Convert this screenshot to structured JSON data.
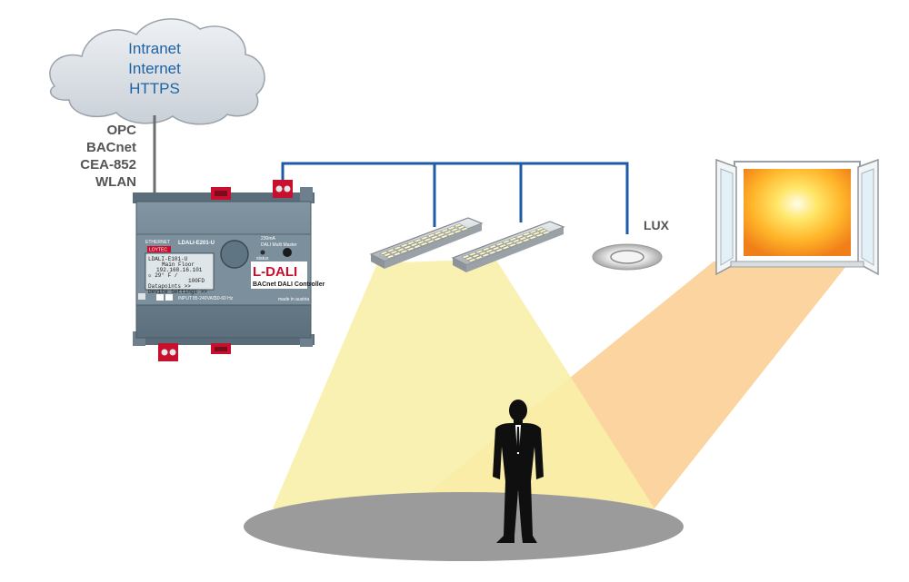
{
  "cloud": {
    "lines": [
      "Intranet",
      "Internet",
      "HTTPS"
    ]
  },
  "protocols": [
    "OPC",
    "BACnet",
    "CEA-852",
    "WLAN"
  ],
  "sensor": {
    "label": "LUX"
  },
  "controller": {
    "logo_text": "LOYTEC",
    "model": "LDALI-E201-U",
    "brand": "L-DALI",
    "brand_sub": "BACnet DALI Controller",
    "port_label": "ETHERNET",
    "status_label": "status",
    "bus_rating": "230mA",
    "bus_title": "DALI Multi Master",
    "input_label": "INPUT",
    "voltage": "85-240VAC",
    "frequency": "50-60 Hz",
    "made_in": "made in austria",
    "lcd_lines": [
      "LDALI-E101-U",
      "Main Floor",
      "192.168.16.101",
      "☼ 29° F /",
      "100FD",
      "Datapoints >>",
      "Device Settings >>"
    ]
  },
  "colors": {
    "cloud_text": "#1e63a6",
    "wire": "#1e5aa8",
    "protocol_text": "#555555",
    "brand": "#c8102e",
    "device_body": "#6c8190",
    "lamp_cone": "#f8efa9",
    "sun_cone": "#fbd29a",
    "floor": "#9b9b9b"
  }
}
